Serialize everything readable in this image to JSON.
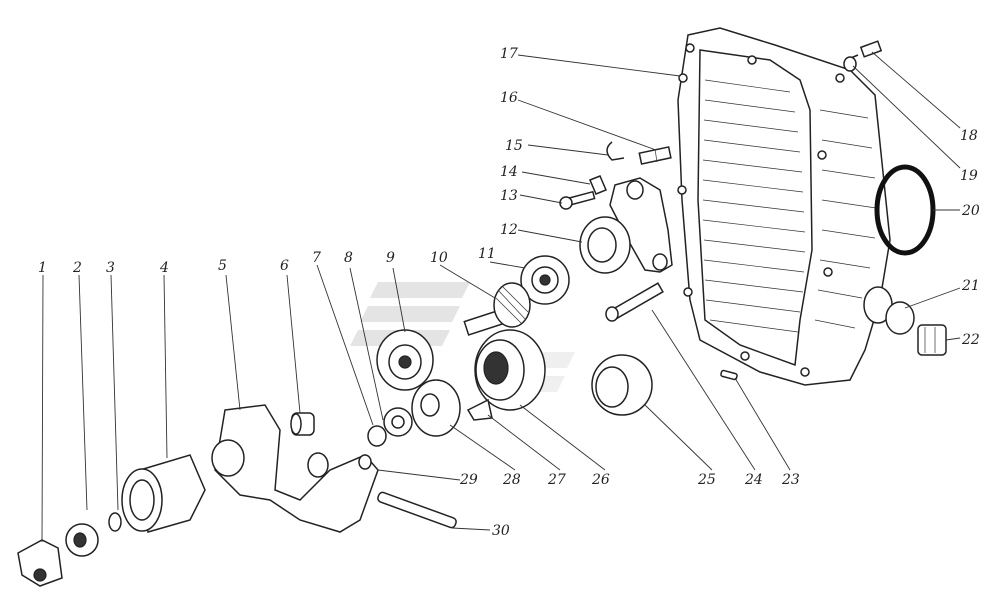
{
  "callouts": [
    "1",
    "2",
    "3",
    "4",
    "5",
    "6",
    "7",
    "8",
    "9",
    "10",
    "11",
    "12",
    "13",
    "14",
    "15",
    "16",
    "17",
    "18",
    "19",
    "20",
    "21",
    "22",
    "23",
    "24",
    "25",
    "26",
    "27",
    "28",
    "29",
    "30"
  ],
  "watermark": {
    "colors": [
      "#cfcfcf",
      "#e3e3e3"
    ]
  }
}
